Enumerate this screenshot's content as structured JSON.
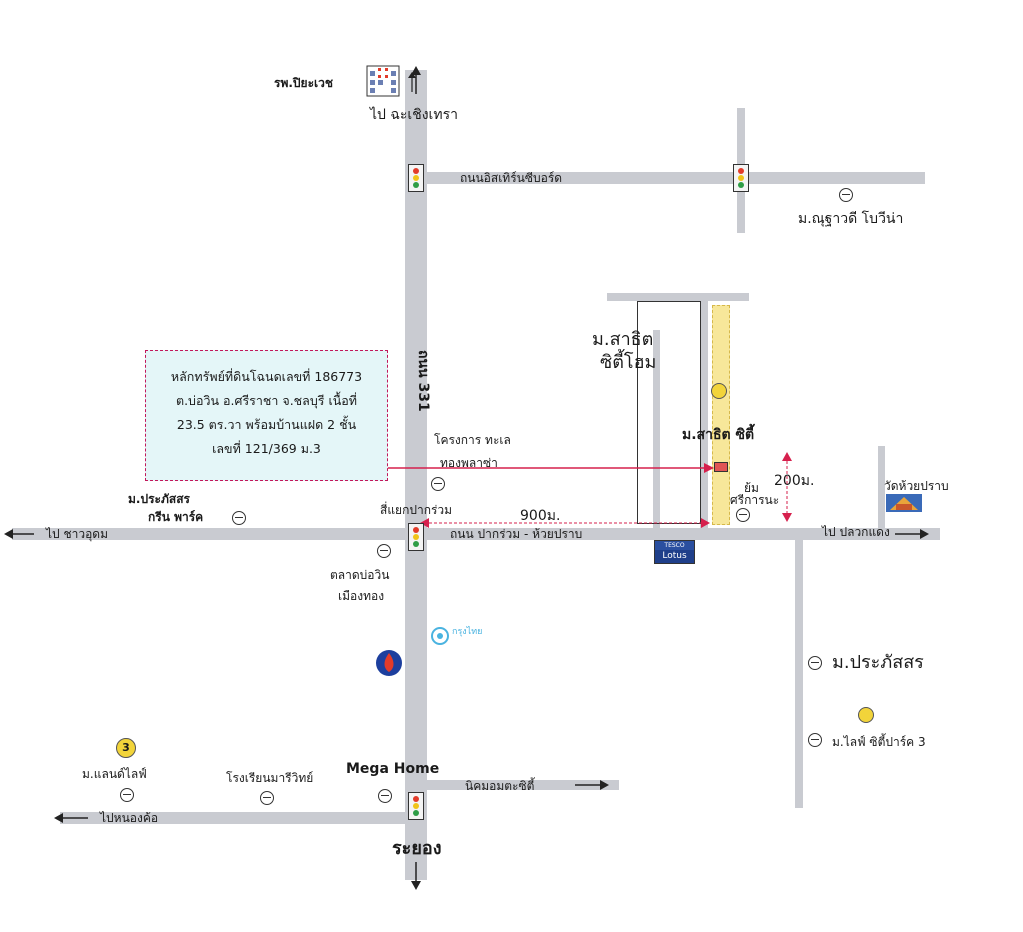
{
  "info_box": {
    "lines": [
      "หลักทรัพย์ที่ดินโฉนดเลขที่ 186773",
      "ต.บ่อวิน อ.ศรีราชา จ.ชลบุรี เนื้อที่",
      "23.5 ตร.วา พร้อมบ้านแฝด 2 ชั้น",
      "เลขที่ 121/369 ม.3"
    ]
  },
  "labels": {
    "hospital": "รพ.ปิยะเวช",
    "to_chachoengsao": "ไป ฉะเชิงเทรา",
    "eastern_seaboard_road": "ถนนอิสเทิร์นซีบอร์ด",
    "village_nusawadee": "ม.ณุฐาวดี โบวีน่า",
    "road_331": "ถนน 331",
    "village_sasit_home_1": "ม.สาธิต",
    "village_sasit_home_2": "ซิตี้โฮม",
    "village_sasit_city": "ม.สาธิต ซิตี้",
    "project_thale": "โครงการ ทะเล",
    "project_thale_2": "ทองพลาซ่า",
    "village_prasatsorn_green_1": "ม.ประภัสสร",
    "village_prasatsorn_green_2": "กรีน พาร์ค",
    "intersection_pakruam": "สี่แยกปากร่วม",
    "distance_900": "900ม.",
    "distance_200": "200ม.",
    "to_ban_bueng": "ไป ชาวอุดม",
    "road_pakruam": "ถนน ปากร่วม - ห้วยปราบ",
    "sign_left": "ย้ม",
    "sign_sriraja": "ศรีการนะ",
    "temple": "วัดห้วยปราบ",
    "to_pluak_daeng": "ไป ปลวกแดง",
    "market_bowin_1": "ตลาดบ่อวิน",
    "market_bowin_2": "เมืองทอง",
    "krungthai": "กรุงไทย",
    "village_prasatsorn": "ม.ประภัสสร",
    "village_life_city": "ม.ไลฟ์ ซิตี้ปาร์ค 3",
    "village_land_life": "ม.แลนด์ไลฟ์",
    "school": "โรงเรียนมารีวิทย์",
    "mega_home": "Mega Home",
    "industrial_estate": "นิคมอมตะซิตี้",
    "to_nong_kho": "ไปหนองค้อ",
    "rayong": "ระยอง",
    "lotus_top": "TESCO",
    "lotus": "Lotus",
    "badge_3": "3"
  },
  "colors": {
    "road": "#c9cbd1",
    "pointer": "#d6204d",
    "highlight_strip": "#f7e79a",
    "info_bg": "#e4f6f8"
  }
}
